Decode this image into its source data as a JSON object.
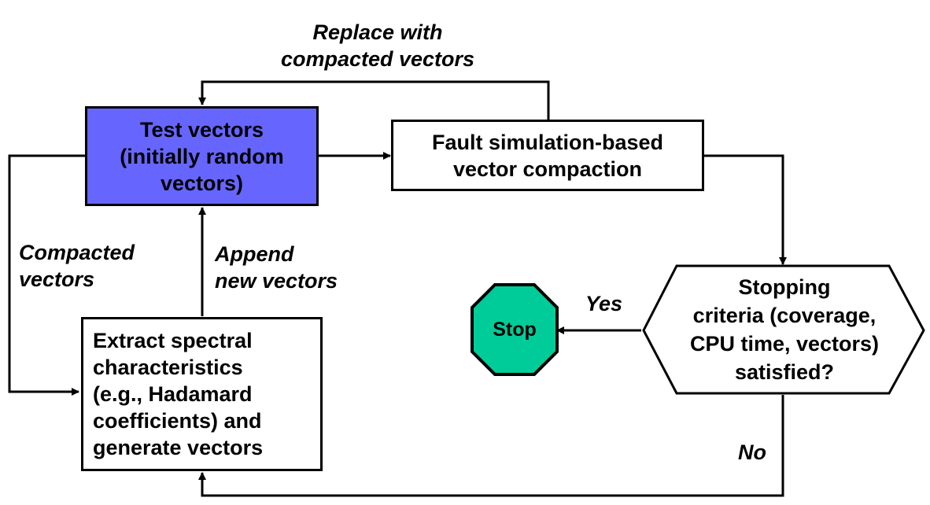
{
  "nodes": {
    "test_vectors": {
      "lines": [
        "Test vectors",
        "(initially random",
        "vectors)"
      ],
      "fill": "#6666ff"
    },
    "compaction": {
      "lines": [
        "Fault simulation-based",
        "vector compaction"
      ]
    },
    "stopping": {
      "lines": [
        "Stopping",
        "criteria (coverage,",
        "CPU time, vectors)",
        "satisfied?"
      ]
    },
    "stop": {
      "label": "Stop",
      "fill": "#00cc99"
    },
    "extract": {
      "lines": [
        "Extract spectral",
        "characteristics",
        "(e.g., Hadamard",
        "coefficients) and",
        "generate vectors"
      ]
    }
  },
  "edge_labels": {
    "replace": [
      "Replace with",
      "compacted vectors"
    ],
    "compacted": [
      "Compacted",
      "vectors"
    ],
    "append": [
      "Append",
      "new vectors"
    ],
    "yes": "Yes",
    "no": "No"
  }
}
